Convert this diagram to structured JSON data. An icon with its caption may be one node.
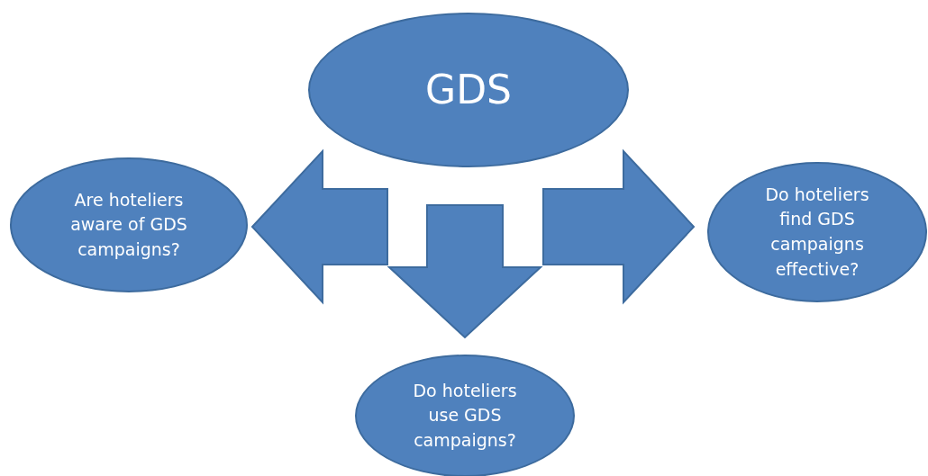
{
  "diagram": {
    "nodes": [
      {
        "text": [
          "GDS"
        ]
      },
      {
        "text": [
          "Are hoteliers aware of GDS campaigns?"
        ]
      },
      {
        "text": [
          "Do hoteliers find GDS campaigns effective?"
        ]
      },
      {
        "text": [
          "Do hoteliers use GDS campaigns?"
        ]
      }
    ],
    "edges": [
      {
        "from": 0,
        "to": 1,
        "arrow": "to",
        "style": "thick"
      },
      {
        "from": 0,
        "to": 2,
        "arrow": "to",
        "style": "thick"
      },
      {
        "from": 0,
        "to": 3,
        "arrow": "to",
        "style": "thick"
      }
    ]
  }
}
